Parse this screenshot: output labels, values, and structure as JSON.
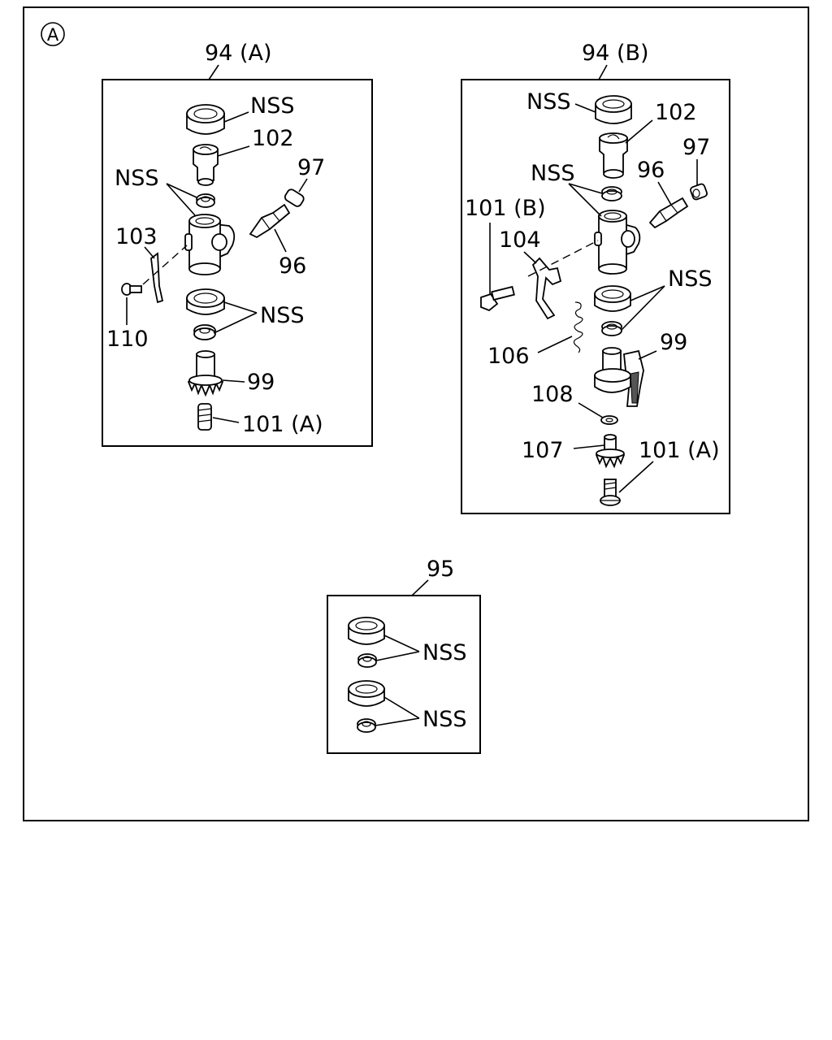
{
  "view_marker": "A",
  "kits": {
    "kit_a": {
      "title": "94 (A)",
      "labels": {
        "nss_top": "NSS",
        "p102": "102",
        "nss_mid": "NSS",
        "p97": "97",
        "p103": "103",
        "p96": "96",
        "nss_low": "NSS",
        "p110": "110",
        "p99": "99",
        "p101a": "101 (A)"
      }
    },
    "kit_b": {
      "title": "94 (B)",
      "labels": {
        "nss_top": "NSS",
        "p102": "102",
        "p97": "97",
        "nss_mid": "NSS",
        "p96": "96",
        "p101b": "101 (B)",
        "p104": "104",
        "nss_low": "NSS",
        "p99": "99",
        "p106": "106",
        "p108": "108",
        "p107": "107",
        "p101a": "101 (A)"
      }
    },
    "kit_95": {
      "title": "95",
      "labels": {
        "nss_1": "NSS",
        "nss_2": "NSS"
      }
    }
  }
}
